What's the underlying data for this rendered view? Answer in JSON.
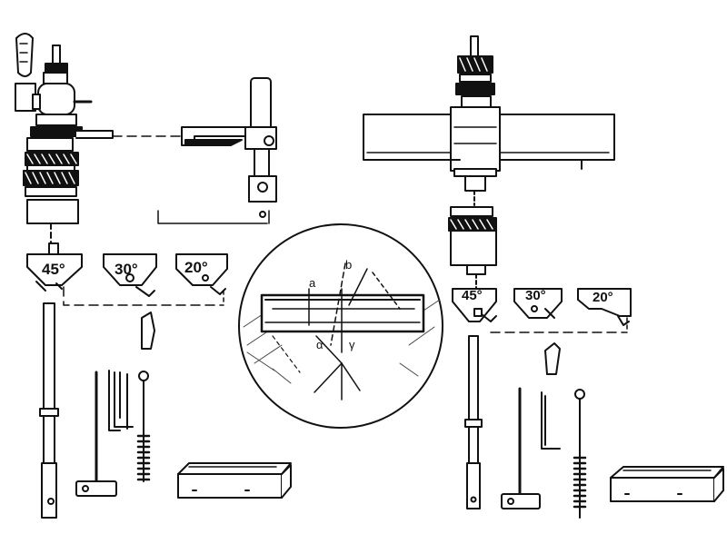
{
  "diagram": {
    "left_set": {
      "angle_blocks": [
        "45°",
        "30°",
        "20°"
      ]
    },
    "right_set": {
      "angle_blocks": [
        "45°",
        "30°",
        "20°"
      ]
    },
    "detail_circle": {
      "labels": [
        "a",
        "b",
        "α",
        "γ"
      ]
    }
  }
}
